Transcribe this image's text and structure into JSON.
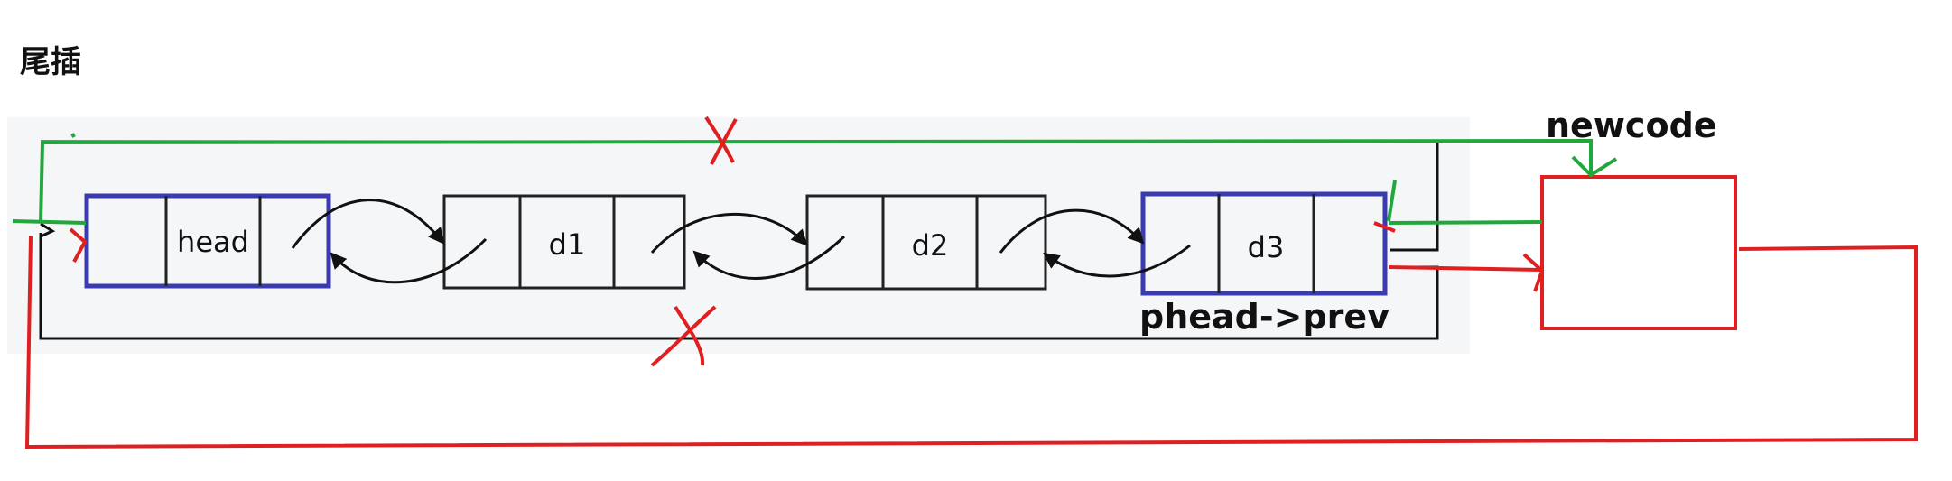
{
  "title": "尾插",
  "nodes": [
    {
      "id": "head",
      "label": "head",
      "highlight": true
    },
    {
      "id": "d1",
      "label": "d1",
      "highlight": false
    },
    {
      "id": "d2",
      "label": "d2",
      "highlight": false
    },
    {
      "id": "d3",
      "label": "d3",
      "highlight": true
    }
  ],
  "labels": {
    "newnode": "newcode",
    "tail_pointer": "phead->prev"
  },
  "colors": {
    "background_panel": "#f5f6f8",
    "node_border": "#222222",
    "highlight_border": "#3b3bb0",
    "new_link": "#21a83d",
    "cut_mark": "#e02020",
    "new_node_border": "#e02020",
    "arrow": "#111111"
  }
}
